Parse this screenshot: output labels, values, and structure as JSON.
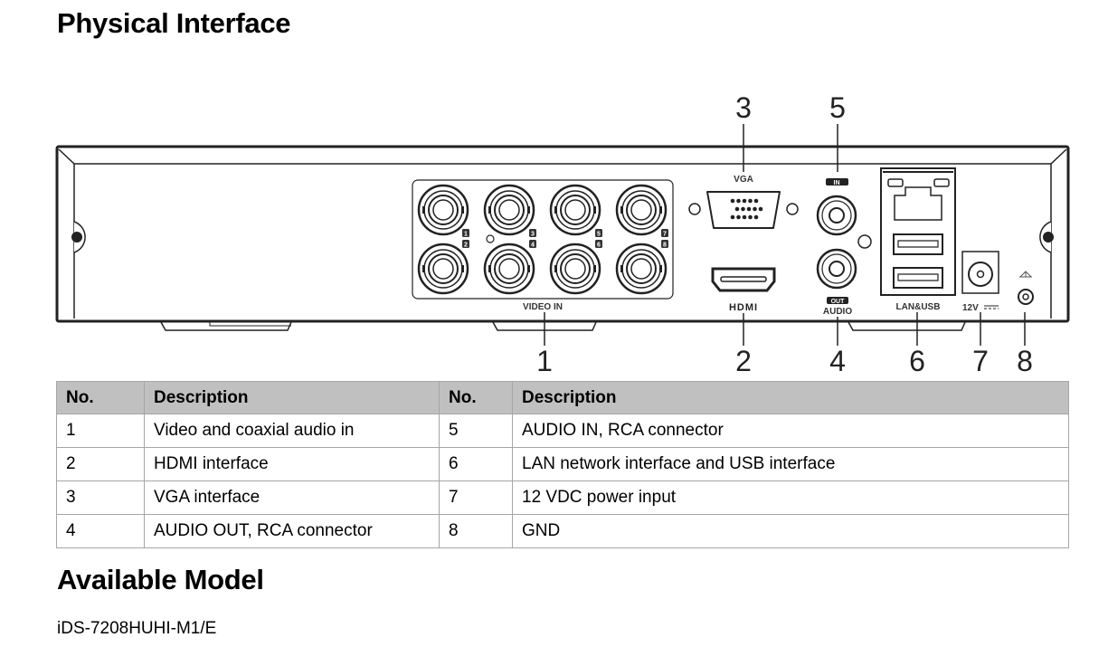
{
  "headings": {
    "physical_interface": "Physical Interface",
    "available_model": "Available Model"
  },
  "model": "iDS-7208HUHI-M1/E",
  "diagram": {
    "panel_labels": {
      "video_in": "VIDEO IN",
      "vga": "VGA",
      "hdmi": "HDMI",
      "audio_in_badge": "IN",
      "audio_out_badge": "OUT",
      "audio": "AUDIO",
      "lan_usb": "LAN&USB",
      "power": "12V"
    },
    "bnc_channel_numbers": [
      "1",
      "2",
      "3",
      "4",
      "5",
      "6",
      "7",
      "8"
    ],
    "callouts": [
      "1",
      "2",
      "3",
      "4",
      "5",
      "6",
      "7",
      "8"
    ]
  },
  "table": {
    "headers": [
      "No.",
      "Description",
      "No.",
      "Description"
    ],
    "rows": [
      {
        "no_left": "1",
        "desc_left": "Video and coaxial audio in",
        "no_right": "5",
        "desc_right": "AUDIO IN, RCA connector"
      },
      {
        "no_left": "2",
        "desc_left": "HDMI interface",
        "no_right": "6",
        "desc_right": "LAN network interface and USB interface"
      },
      {
        "no_left": "3",
        "desc_left": "VGA interface",
        "no_right": "7",
        "desc_right": "12 VDC power input"
      },
      {
        "no_left": "4",
        "desc_left": "AUDIO OUT, RCA connector",
        "no_right": "8",
        "desc_right": "GND"
      }
    ]
  }
}
